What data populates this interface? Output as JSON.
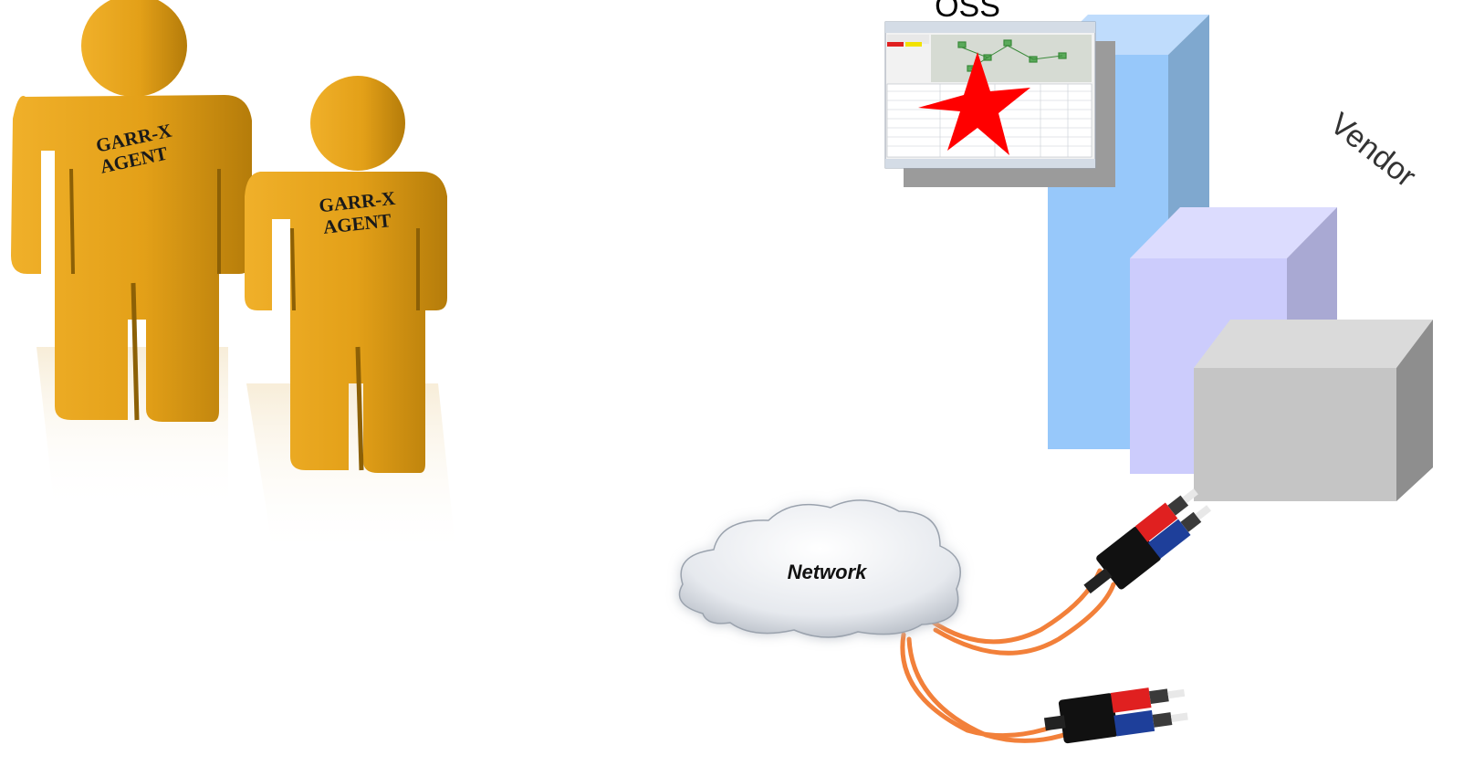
{
  "agents": [
    {
      "line1": "GARR-X",
      "line2": "AGENT"
    },
    {
      "line1": "GARR-X",
      "line2": "AGENT"
    }
  ],
  "oss": {
    "label": "OSS"
  },
  "vendor": {
    "label": "Vendor"
  },
  "network": {
    "label": "Network"
  },
  "colors": {
    "agent_body": "#E3A018",
    "agent_shade": "#B57C0A",
    "server_blue": "#97C8FA",
    "server_lavender": "#CCCCFC",
    "server_gray": "#C5C5C5",
    "star": "#FF0000",
    "cable": "#F2803A",
    "connector_red": "#E02020",
    "connector_blue": "#1E3F9A"
  }
}
